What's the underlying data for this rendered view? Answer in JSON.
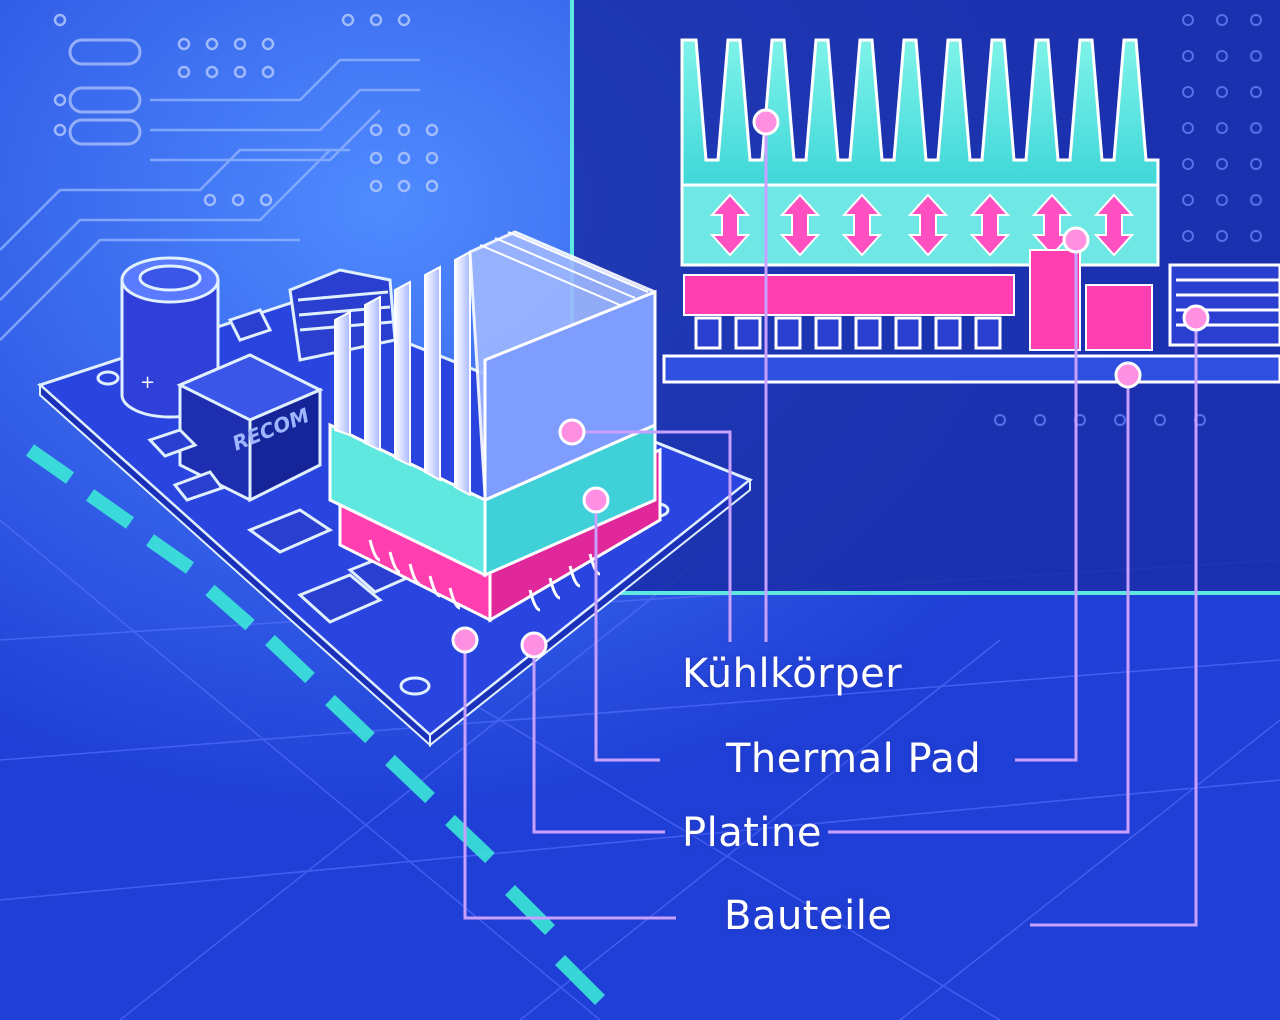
{
  "labels": {
    "heatsink": "Kühlkörper",
    "thermal_pad": "Thermal Pad",
    "pcb": "Platine",
    "components": "Bauteile"
  },
  "component_brand": "RECOM",
  "colors": {
    "background": "#1f3fd6",
    "panel": "#1a2ea8",
    "heatsink": "#5fe8e0",
    "thermal_pad": "#ff3fb0",
    "leader_line": "#c8a0ff",
    "marker": "#ff8fe0"
  }
}
